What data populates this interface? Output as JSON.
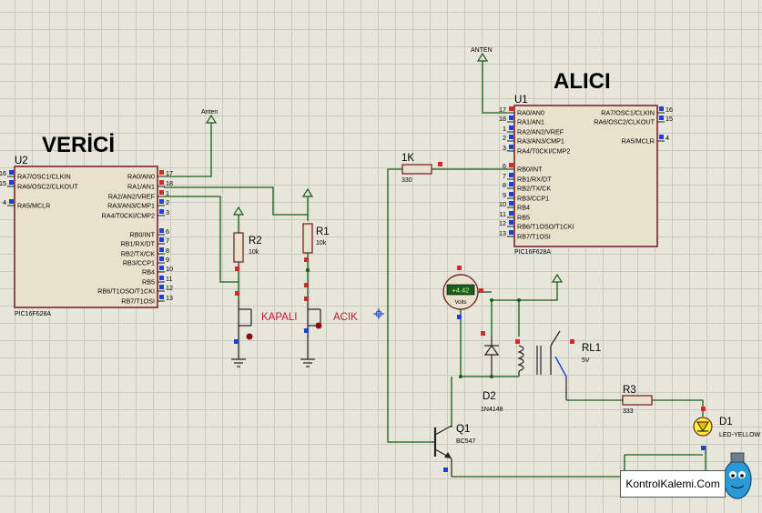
{
  "titles": {
    "transmitter": "VERİCİ",
    "receiver": "ALICI"
  },
  "u2": {
    "ref": "U2",
    "part": "PIC16F628A",
    "left_pins": [
      {
        "num": "16",
        "name": "RA7/OSC1/CLKIN"
      },
      {
        "num": "15",
        "name": "RA6/OSC2/CLKOUT"
      },
      {
        "num": "4",
        "name": "RA5/MCLR"
      }
    ],
    "right_pins": [
      {
        "num": "17",
        "name": "RA0/AN0"
      },
      {
        "num": "18",
        "name": "RA1/AN1"
      },
      {
        "num": "1",
        "name": "RA2/AN2/VREF"
      },
      {
        "num": "2",
        "name": "RA3/AN3/CMP1"
      },
      {
        "num": "3",
        "name": "RA4/T0CKI/CMP2"
      },
      {
        "num": "6",
        "name": "RB0/INT"
      },
      {
        "num": "7",
        "name": "RB1/RX/DT"
      },
      {
        "num": "8",
        "name": "RB2/TX/CK"
      },
      {
        "num": "9",
        "name": "RB3/CCP1"
      },
      {
        "num": "10",
        "name": "RB4"
      },
      {
        "num": "11",
        "name": "RB5"
      },
      {
        "num": "12",
        "name": "RB6/T1OSO/T1CKI"
      },
      {
        "num": "13",
        "name": "RB7/T1OSI"
      }
    ]
  },
  "u1": {
    "ref": "U1",
    "part": "PIC16F628A",
    "left_pins": [
      {
        "num": "17",
        "name": "RA0/AN0"
      },
      {
        "num": "18",
        "name": "RA1/AN1"
      },
      {
        "num": "1",
        "name": "RA2/AN2/VREF"
      },
      {
        "num": "2",
        "name": "RA3/AN3/CMP1"
      },
      {
        "num": "3",
        "name": "RA4/T0CKI/CMP2"
      },
      {
        "num": "6",
        "name": "RB0/INT"
      },
      {
        "num": "7",
        "name": "RB1/RX/DT"
      },
      {
        "num": "8",
        "name": "RB2/TX/CK"
      },
      {
        "num": "9",
        "name": "RB3/CCP1"
      },
      {
        "num": "10",
        "name": "RB4"
      },
      {
        "num": "11",
        "name": "RB5"
      },
      {
        "num": "12",
        "name": "RB6/T1OSO/T1CKI"
      },
      {
        "num": "13",
        "name": "RB7/T1OSI"
      }
    ],
    "right_pins": [
      {
        "num": "16",
        "name": "RA7/OSC1/CLKIN"
      },
      {
        "num": "15",
        "name": "RA6/OSC2/CLKOUT"
      },
      {
        "num": "4",
        "name": "RA5/MCLR"
      }
    ]
  },
  "antennas": {
    "tx": "Anten",
    "rx": "ANTEN"
  },
  "r2": {
    "ref": "R2",
    "value": "10k"
  },
  "r1": {
    "ref": "R1",
    "value": "10k"
  },
  "switches": {
    "off": "KAPALI",
    "on": "ACIK"
  },
  "r_base": {
    "ref": "1K",
    "value": "330"
  },
  "voltmeter": {
    "reading": "+4.42",
    "unit": "Volts"
  },
  "d2": {
    "ref": "D2",
    "part": "1N4148"
  },
  "rl1": {
    "ref": "RL1",
    "value": "5V"
  },
  "q1": {
    "ref": "Q1",
    "part": "BC547"
  },
  "r3": {
    "ref": "R3",
    "value": "333"
  },
  "d1": {
    "ref": "D1",
    "part": "LED-YELLOW"
  },
  "logo": {
    "text": "KontrolKalemi.Com"
  }
}
